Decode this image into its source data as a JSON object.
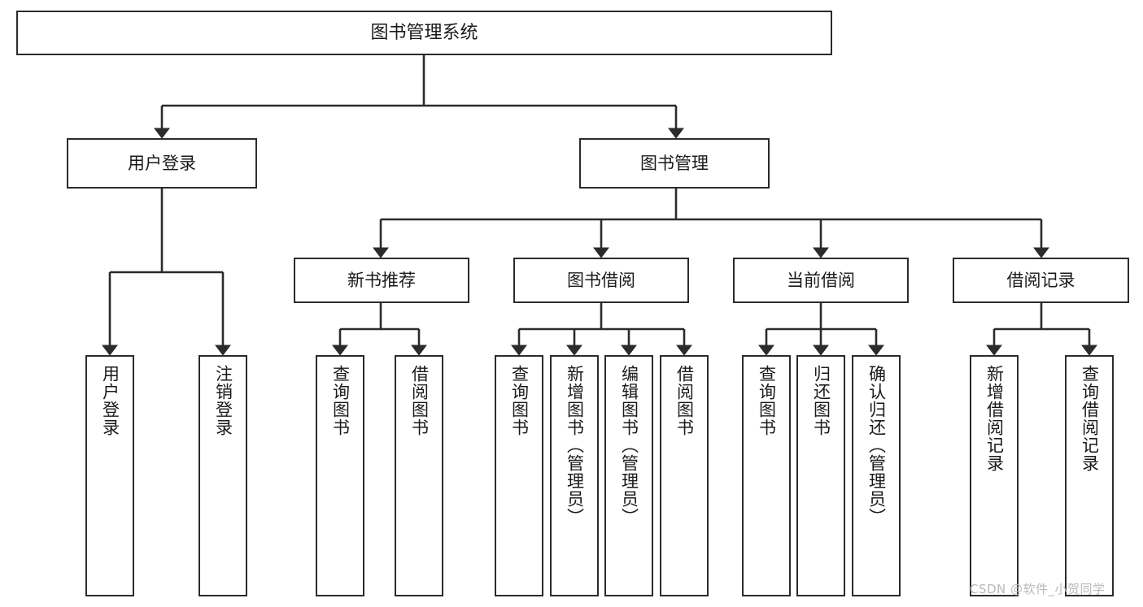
{
  "diagram": {
    "type": "tree",
    "title": "图书管理系统",
    "orientation": "top-down",
    "colors": {
      "box_border": "#2b2b2b",
      "box_fill": "#ffffff",
      "connector": "#2b2b2b",
      "text": "#1a1a1a",
      "background": "#ffffff",
      "watermark": "#b9b9b9"
    },
    "root": {
      "label": "图书管理系统"
    },
    "level2": [
      {
        "label": "用户登录"
      },
      {
        "label": "图书管理"
      }
    ],
    "level3": [
      {
        "label": "新书推荐"
      },
      {
        "label": "图书借阅"
      },
      {
        "label": "当前借阅"
      },
      {
        "label": "借阅记录"
      }
    ],
    "leaves": {
      "user_login": [
        {
          "label": "用户登录"
        },
        {
          "label": "注销登录"
        }
      ],
      "new_book_recommend": [
        {
          "label": "查询图书"
        },
        {
          "label": "借阅图书"
        }
      ],
      "book_borrow": [
        {
          "label": "查询图书"
        },
        {
          "label": "新增图书（管理员）"
        },
        {
          "label": "编辑图书（管理员）"
        },
        {
          "label": "借阅图书"
        }
      ],
      "current_borrow": [
        {
          "label": "查询图书"
        },
        {
          "label": "归还图书"
        },
        {
          "label": "确认归还（管理员）"
        }
      ],
      "borrow_record": [
        {
          "label": "新增借阅记录"
        },
        {
          "label": "查询借阅记录"
        }
      ]
    }
  },
  "watermark": {
    "text": "CSDN @软件_小贺同学"
  }
}
